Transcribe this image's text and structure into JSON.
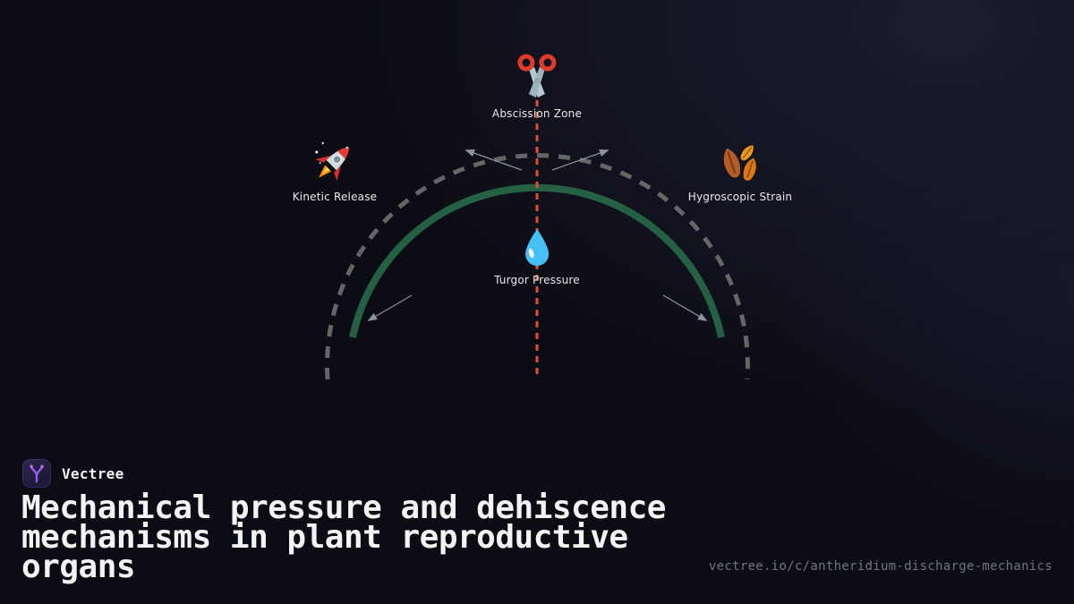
{
  "diagram": {
    "nodes": [
      {
        "id": "abscission-zone",
        "icon": "scissors-icon",
        "label": "Abscission Zone"
      },
      {
        "id": "kinetic-release",
        "icon": "rocket-icon",
        "label": "Kinetic Release"
      },
      {
        "id": "hygroscopic-strain",
        "icon": "fallen-leaves-icon",
        "label": "Hygroscopic Strain"
      },
      {
        "id": "turgor-pressure",
        "icon": "droplet-icon",
        "label": "Turgor Pressure"
      }
    ],
    "colors": {
      "spring_arc": "#266044",
      "trajectory_arc": "#757575",
      "axis_line": "#dd4f3a",
      "arrow": "#8d939c"
    }
  },
  "footer": {
    "brand": "Vectree",
    "title": "Mechanical pressure and dehiscence mechanisms in plant reproductive organs",
    "url": "vectree.io/c/antheridium-discharge-mechanics",
    "accent": "#a05cf0"
  }
}
